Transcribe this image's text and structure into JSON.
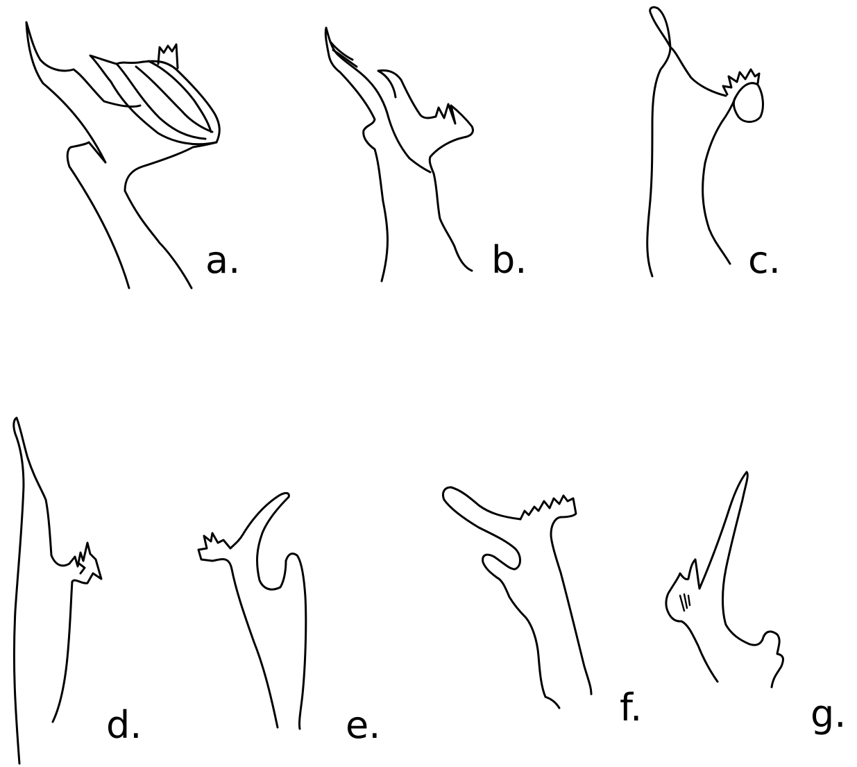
{
  "figure": {
    "panels": [
      {
        "id": "a",
        "label": "a."
      },
      {
        "id": "b",
        "label": "b."
      },
      {
        "id": "c",
        "label": "c."
      },
      {
        "id": "d",
        "label": "d."
      },
      {
        "id": "e",
        "label": "e."
      },
      {
        "id": "f",
        "label": "f."
      },
      {
        "id": "g",
        "label": "g."
      }
    ],
    "ink_color": "#000000",
    "background_color": "#ffffff"
  }
}
